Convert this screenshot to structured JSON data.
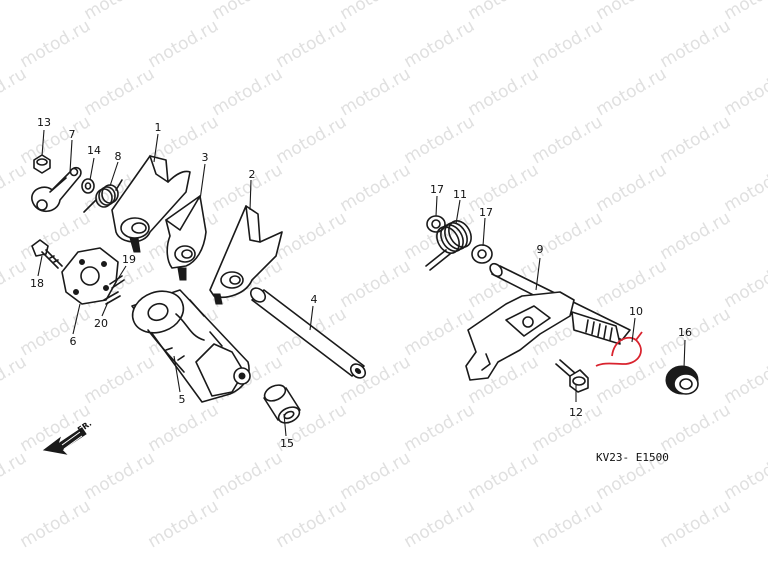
{
  "watermark": "motod.ru",
  "diagram_code": "KV23- E1500",
  "direction_label": "FR.",
  "highlight_color": "#d9232e",
  "callouts": [
    "1",
    "2",
    "3",
    "4",
    "5",
    "6",
    "7",
    "8",
    "9",
    "10",
    "11",
    "12",
    "13",
    "14",
    "15",
    "16",
    "17",
    "17",
    "18",
    "19",
    "20"
  ]
}
